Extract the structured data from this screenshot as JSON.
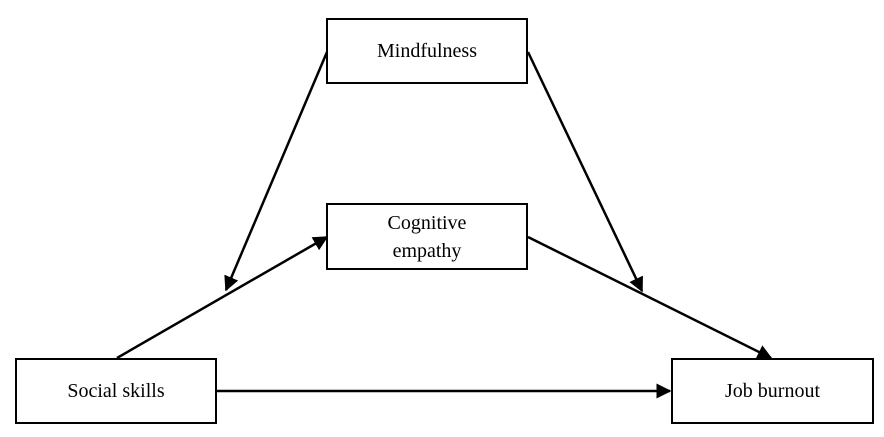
{
  "diagram": {
    "nodes": {
      "mindfulness": "Mindfulness",
      "cognitive_empathy": "Cognitive empathy",
      "social_skills": "Social skills",
      "job_burnout": "Job burnout"
    },
    "edges": [
      {
        "from": "social_skills",
        "to": "cognitive_empathy"
      },
      {
        "from": "cognitive_empathy",
        "to": "job_burnout"
      },
      {
        "from": "social_skills",
        "to": "job_burnout"
      },
      {
        "from": "mindfulness",
        "to": "social_skills-to-cognitive_empathy path"
      },
      {
        "from": "mindfulness",
        "to": "cognitive_empathy-to-job_burnout path"
      }
    ],
    "colors": {
      "line": "#000000",
      "box_border": "#000000",
      "background": "#ffffff"
    }
  }
}
